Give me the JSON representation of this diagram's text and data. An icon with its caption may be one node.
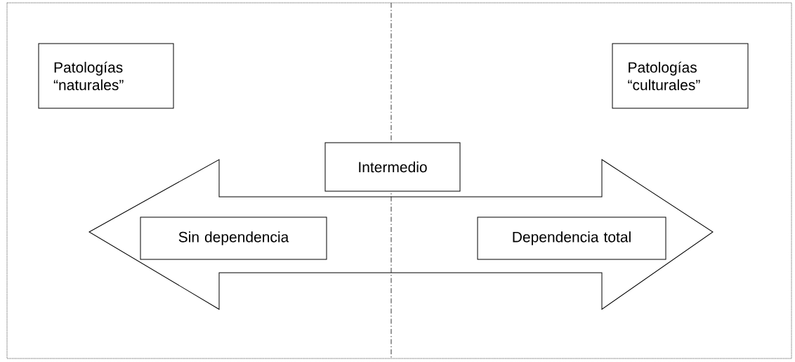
{
  "diagram": {
    "nodes": [
      {
        "text": [
          "Patologías “naturales”"
        ]
      },
      {
        "text": [
          "Patologías “culturales”"
        ]
      },
      {
        "text": [
          "Intermedio"
        ]
      },
      {
        "text": [
          "Sin dependencia"
        ]
      },
      {
        "text": [
          "Dependencia total"
        ]
      }
    ]
  }
}
